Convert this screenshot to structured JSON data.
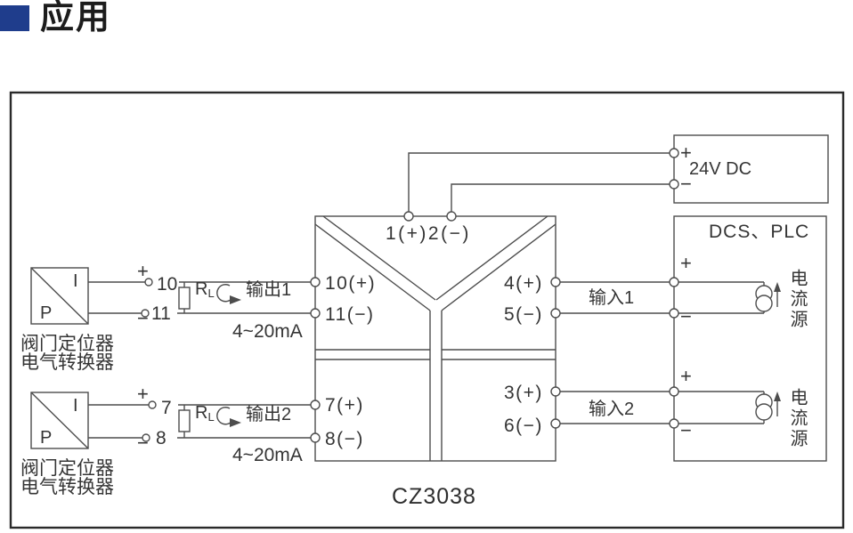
{
  "page": {
    "bg": "#ffffff",
    "accent_blue": "#1f3d8c",
    "line_color": "#4d4d4d"
  },
  "header": {
    "title": "应用"
  },
  "diagram": {
    "module": {
      "name": "CZ3038",
      "top_terminals": "1(+)2(−)",
      "t10": "10(+)",
      "t11": "11(−)",
      "t4": "4(+)",
      "t5": "5(−)",
      "t7": "7(+)",
      "t8": "8(−)",
      "t3": "3(+)",
      "t6": "6(−)"
    },
    "power": {
      "plus": "+",
      "label": "24V DC",
      "minus": "−"
    },
    "dcs": {
      "title": "DCS、PLC",
      "ch1": {
        "plus": "+",
        "minus": "−",
        "input": "输入1",
        "source": "电流源"
      },
      "ch2": {
        "plus": "+",
        "minus": "−",
        "input": "输入2",
        "source": "电流源"
      }
    },
    "field1": {
      "i": "I",
      "p": "P",
      "plus": "+",
      "minus": "−",
      "term_a": "10",
      "term_b": "11",
      "r": "R",
      "r_sub": "L",
      "output": "输出1",
      "range": "4~20mA",
      "cap1": "阀门定位器",
      "cap2": "电气转换器"
    },
    "field2": {
      "i": "I",
      "p": "P",
      "plus": "+",
      "minus": "−",
      "term_a": "7",
      "term_b": "8",
      "r": "R",
      "r_sub": "L",
      "output": "输出2",
      "range": "4~20mA",
      "cap1": "阀门定位器",
      "cap2": "电气转换器"
    }
  }
}
